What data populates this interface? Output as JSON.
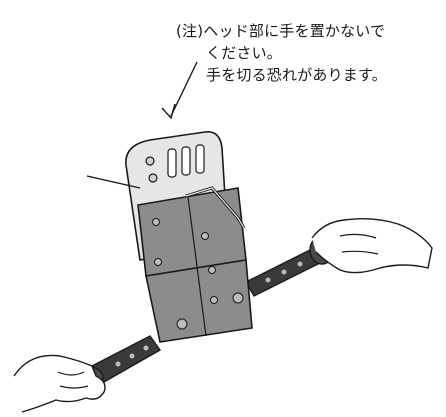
{
  "caution": {
    "line1": "(注)ヘッド部に手を置かないで",
    "line2": "ください。",
    "line3": "手を切る恐れがあります。"
  },
  "colors": {
    "ink": "#1a1a1a",
    "body_gray": "#8c8c8c",
    "plate_light": "#d9d9d9",
    "handle_dark": "#3a3a3a"
  }
}
